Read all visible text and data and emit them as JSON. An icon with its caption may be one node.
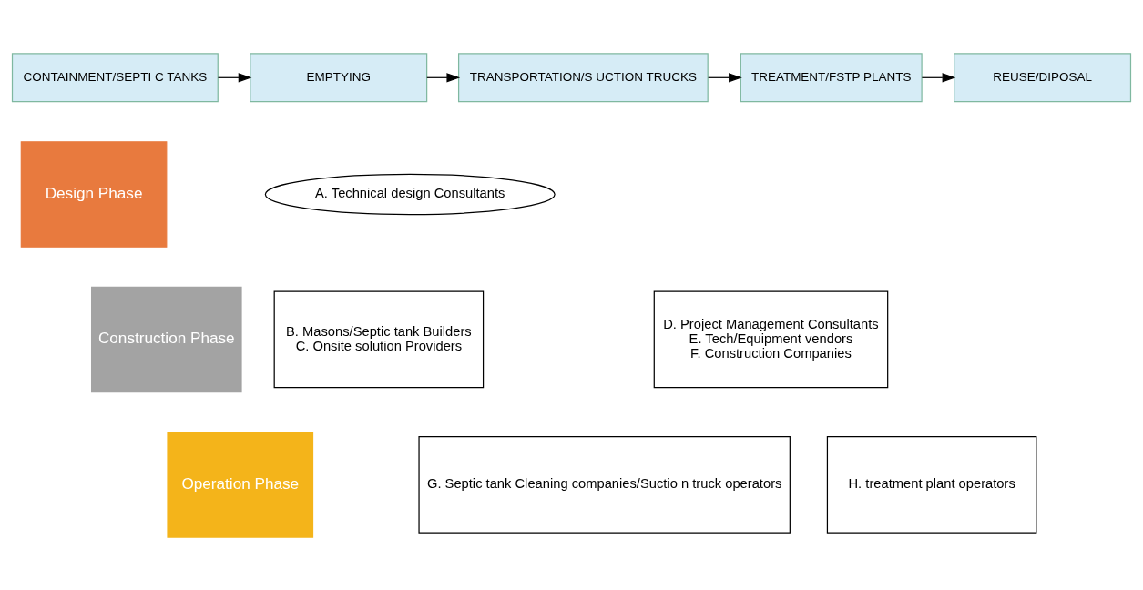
{
  "diagram": {
    "nodes": [
      {
        "text": [
          "CONTAINMENT/SEPTI C TANKS"
        ]
      },
      {
        "text": [
          "EMPTYING"
        ]
      },
      {
        "text": [
          "TRANSPORTATION/S UCTION TRUCKS"
        ]
      },
      {
        "text": [
          "TREATMENT/FSTP PLANTS"
        ]
      },
      {
        "text": [
          "REUSE/DIPOSAL"
        ]
      },
      {
        "text": [
          "Design Phase"
        ]
      },
      {
        "text": [
          "Construction Phase"
        ]
      },
      {
        "text": [
          "Operation Phase"
        ]
      },
      {
        "text": [
          "A. Technical design Consultants"
        ]
      },
      {
        "text": [
          "B. Masons/Septic tank Builders",
          "C. Onsite solution Providers"
        ]
      },
      {
        "text": [
          "D. Project Management Consultants",
          "E. Tech/Equipment vendors",
          "F. Construction Companies"
        ]
      },
      {
        "text": [
          "G. Septic tank Cleaning companies/Suctio n truck operators"
        ]
      },
      {
        "text": [
          "H. treatment plant operators"
        ]
      }
    ],
    "edges": [
      {
        "from": 0,
        "to": 1,
        "arrow": "to"
      },
      {
        "from": 1,
        "to": 2,
        "arrow": "to"
      },
      {
        "from": 2,
        "to": 3,
        "arrow": "to"
      },
      {
        "from": 3,
        "to": 4,
        "arrow": "to"
      }
    ]
  }
}
